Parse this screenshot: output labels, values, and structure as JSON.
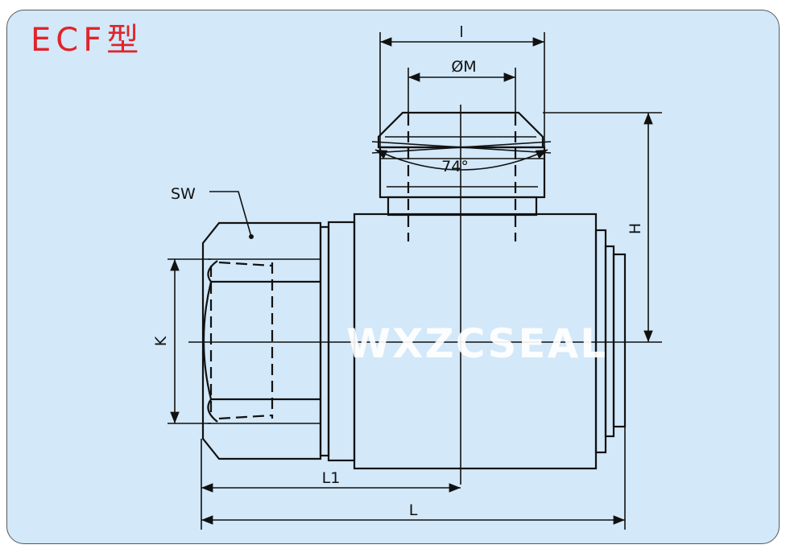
{
  "title": "ECF型",
  "watermark": "WXZCSEAL",
  "labels": {
    "l": "l",
    "m": "ØM",
    "angle": "74°",
    "h": "H",
    "sw": "SW",
    "k": "K",
    "l1": "L1",
    "L": "L"
  },
  "colors": {
    "background": "#d3e8f8",
    "title": "#e0242b",
    "lines": "#111111",
    "watermark": "#ffffff"
  }
}
